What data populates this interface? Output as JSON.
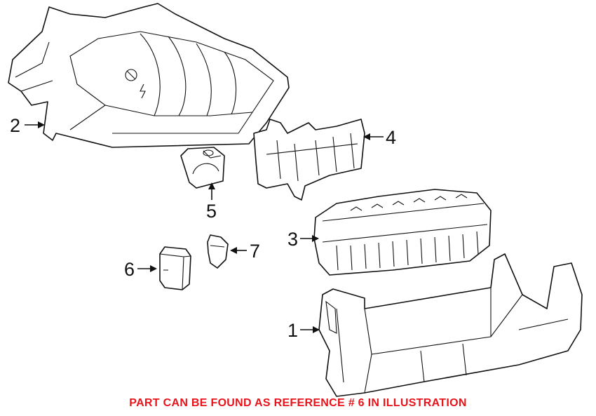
{
  "callouts": {
    "c1": "1",
    "c2": "2",
    "c3": "3",
    "c4": "4",
    "c5": "5",
    "c6": "6",
    "c7": "7"
  },
  "note": "PART CAN BE FOUND AS REFERENCE # 6 IN ILLUSTRATION",
  "colors": {
    "note": "#e8141b",
    "lines": "#111111"
  }
}
